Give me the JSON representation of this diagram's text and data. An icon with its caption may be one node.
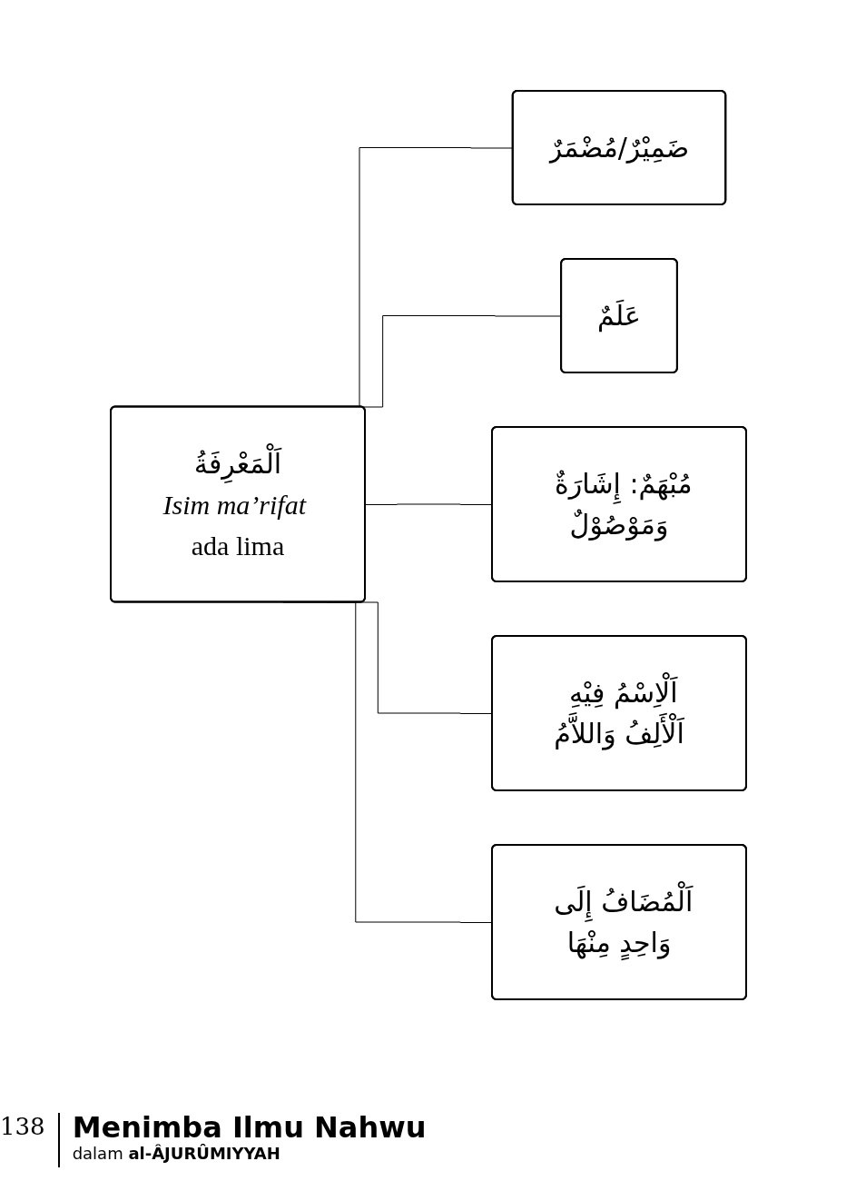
{
  "diagram": {
    "nodes": [
      {
        "text": [
          "اَلْمَعْرِفَةُ",
          "*Isim ma’rifat* ada lima"
        ]
      },
      {
        "text": [
          "ضَمِيْرٌ/مُضْمَرٌ"
        ]
      },
      {
        "text": [
          "عَلَمٌ"
        ]
      },
      {
        "text": [
          "مُبْهَمٌ: إِشَارَةٌ وَمَوْصُوْلٌ"
        ]
      },
      {
        "text": [
          "اَلْاِسْمُ فِيْهِ اَلْأَلِفُ وَاللاَّمُ"
        ]
      },
      {
        "text": [
          "اَلْمُضَافُ إِلَى وَاحِدٍ مِنْهَا"
        ]
      }
    ],
    "edges": [
      {
        "from": 0,
        "to": 1,
        "arrow": "none"
      },
      {
        "from": 0,
        "to": 2,
        "arrow": "none"
      },
      {
        "from": 0,
        "to": 3,
        "arrow": "none"
      },
      {
        "from": 0,
        "to": 4,
        "arrow": "none"
      },
      {
        "from": 0,
        "to": 5,
        "arrow": "none"
      }
    ],
    "labels": [
      "138",
      "Menimba Ilmu Nahwu",
      "dalam **al-ÂJURÛMIYYAH**"
    ]
  }
}
